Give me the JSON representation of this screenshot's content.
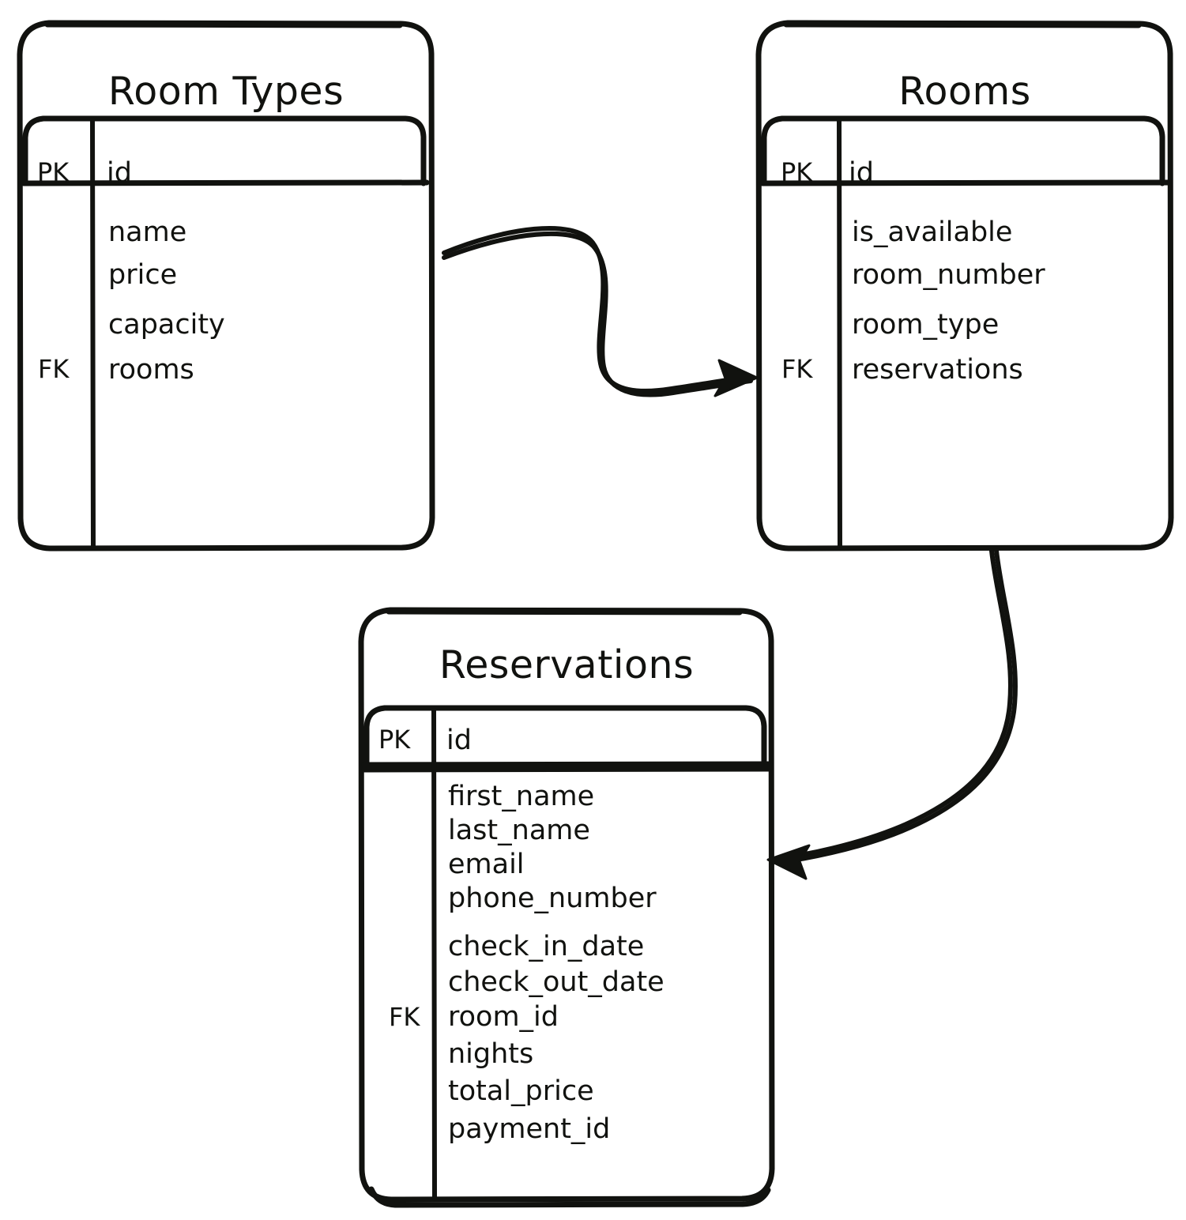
{
  "diagram": {
    "type": "entity-relationship-diagram",
    "style": "hand-drawn",
    "stroke_color": "#11120f",
    "background_color": "#ffffff",
    "entities": [
      {
        "name": "Room Types",
        "key_labels": {
          "pk": "PK",
          "fk": "FK"
        },
        "pk_field": "id",
        "fields": [
          "name",
          "price",
          "capacity",
          "rooms"
        ],
        "fk_field": "rooms"
      },
      {
        "name": "Rooms",
        "key_labels": {
          "pk": "PK",
          "fk": "FK"
        },
        "pk_field": "id",
        "fields": [
          "is_available",
          "room_number",
          "room_type",
          "reservations"
        ],
        "fk_field": "reservations"
      },
      {
        "name": "Reservations",
        "key_labels": {
          "pk": "PK",
          "fk": "FK"
        },
        "pk_field": "id",
        "fields": [
          "first_name",
          "last_name",
          "email",
          "phone_number",
          "check_in_date",
          "check_out_date",
          "room_id",
          "nights",
          "total_price",
          "payment_id"
        ],
        "fk_field": "room_id"
      }
    ],
    "relationships": [
      {
        "from": "Room Types",
        "to": "Rooms",
        "arrow": "to"
      },
      {
        "from": "Rooms",
        "to": "Reservations",
        "arrow": "to"
      }
    ]
  }
}
